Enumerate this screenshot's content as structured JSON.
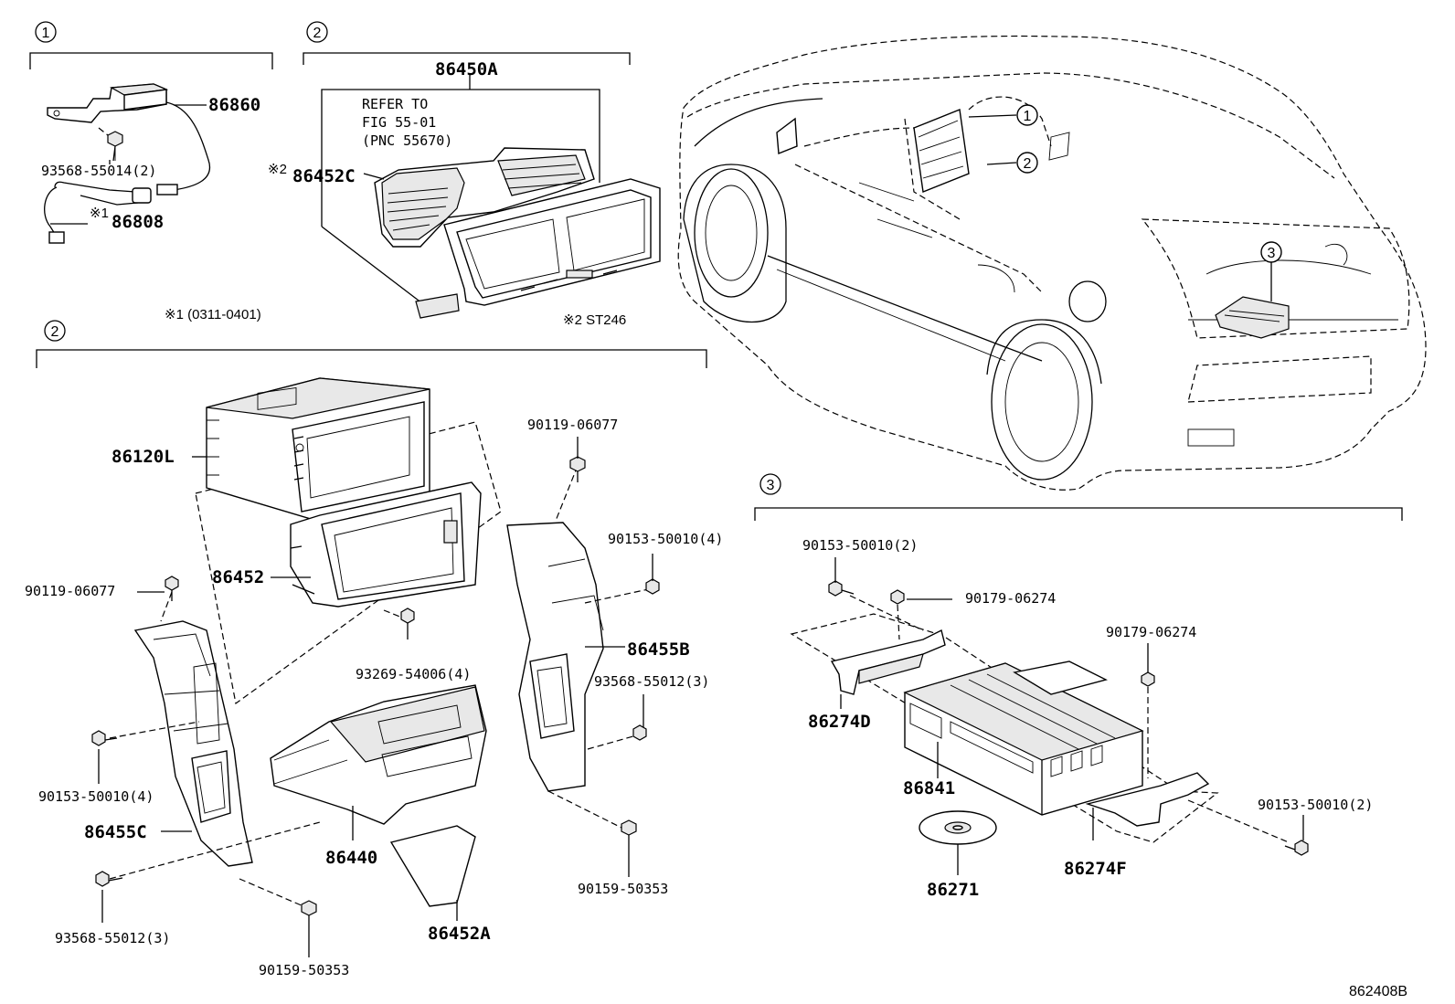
{
  "sections": [
    {
      "number": "1"
    },
    {
      "number": "2"
    },
    {
      "number": "2"
    },
    {
      "number": "3"
    }
  ],
  "car_callouts": [
    "1",
    "2",
    "3"
  ],
  "notes": {
    "note1": "※1 (0311-0401)",
    "note2": "※2 ST246",
    "refer": [
      "REFER TO",
      "FIG 55-01",
      "(PNC 55670)"
    ]
  },
  "parts": {
    "p86860": "86860",
    "p93568_55014": "93568-55014(2)",
    "p86808": "86808",
    "p86808_mark": "※1",
    "p86450A": "86450A",
    "p86452C": "86452C",
    "p86452C_mark": "※2",
    "p86120L": "86120L",
    "p86452": "86452",
    "p90119_left": "90119-06077",
    "p90119_right": "90119-06077",
    "p90153_4_right": "90153-50010(4)",
    "p90153_4_left": "90153-50010(4)",
    "p86455B": "86455B",
    "p93269": "93269-54006(4)",
    "p93568_3_right": "93568-55012(3)",
    "p93568_3_left": "93568-55012(3)",
    "p86455C": "86455C",
    "p86440": "86440",
    "p86452A": "86452A",
    "p90159_right": "90159-50353",
    "p90159_left": "90159-50353",
    "p90153_2_top": "90153-50010(2)",
    "p90179_top": "90179-06274",
    "p90179_mid": "90179-06274",
    "p86274D": "86274D",
    "p86841": "86841",
    "p86271": "86271",
    "p86274F": "86274F",
    "p90153_2_right": "90153-50010(2)"
  },
  "figure_code": "862408B"
}
